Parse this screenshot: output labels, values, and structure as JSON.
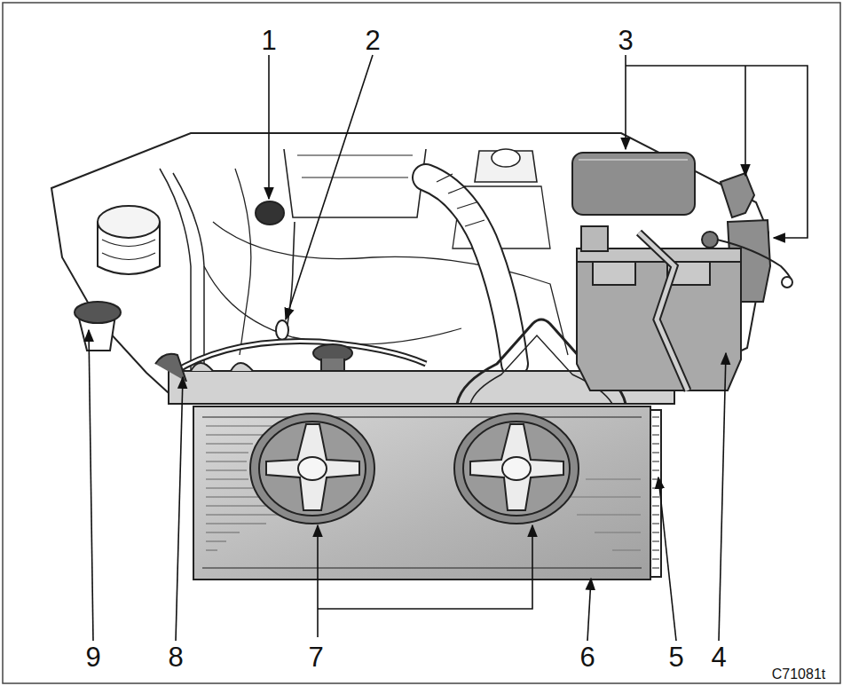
{
  "diagram": {
    "labels": [
      "1",
      "2",
      "3",
      "9",
      "8",
      "7",
      "6",
      "5",
      "4",
      "C71081t"
    ]
  }
}
